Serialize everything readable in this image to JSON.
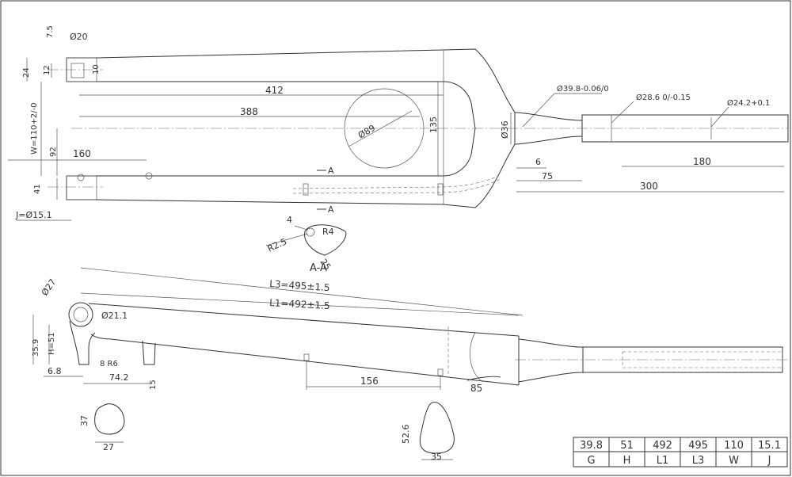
{
  "dims": {
    "d20": "Ø20",
    "d7_5": "7.5",
    "d24": "24",
    "d12": "12",
    "d10": "10",
    "w": "W=110+2/-0",
    "d92": "92",
    "d160": "160",
    "d412": "412",
    "d388": "388",
    "d89": "Ø89",
    "d135": "135",
    "d36": "Ø36",
    "d39_8": "Ø39.8-0.06/0",
    "d28_6": "Ø28.6 0/-0.15",
    "d24_2": "Ø24.2+0.1",
    "d6": "6",
    "d75": "75",
    "d300": "300",
    "d180": "180",
    "d41": "41",
    "j": "J=Ø15.1",
    "sectionA1": "A",
    "sectionA2": "A",
    "d4": "4",
    "r2_5": "R2.5",
    "r4": "R4",
    "d25": "25",
    "sectionAA": "A-A",
    "d27": "Ø27",
    "l3": "L3=495±1.5",
    "l1": "L1=492±1.5",
    "d21_1": "Ø21.1",
    "d35_9": "35.9",
    "h51": "H=51",
    "d8_r6": "8 R6",
    "d6_8": "6.8",
    "d74_2": "74.2",
    "d15": "15",
    "d156": "156",
    "d85": "85",
    "d37": "37",
    "d27b": "27",
    "d52_6": "52.6",
    "d35": "35"
  },
  "spec_table": {
    "values": [
      "39.8",
      "51",
      "492",
      "495",
      "110",
      "15.1"
    ],
    "labels": [
      "G",
      "H",
      "L1",
      "L3",
      "W",
      "J"
    ]
  }
}
